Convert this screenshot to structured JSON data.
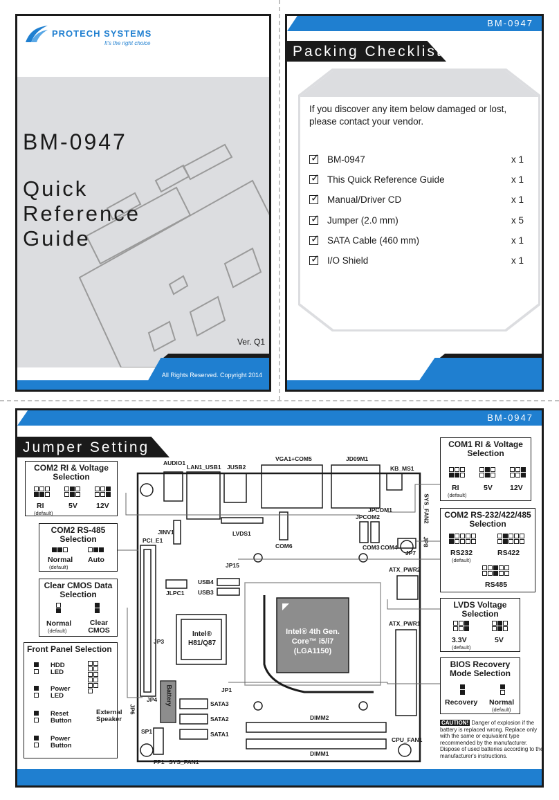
{
  "cover": {
    "brand": "PROTECH SYSTEMS",
    "slogan": "It's the right choice",
    "model": "BM-0947",
    "guide_title": "Quick\nReference\nGuide",
    "version": "Ver. Q1",
    "copyright": "All Rights Reserved. Copyright 2014"
  },
  "checklist": {
    "model_tag": "BM-0947",
    "title": "Packing Checklist",
    "intro": "If you discover any item below damaged or lost, please contact your vendor.",
    "items": [
      {
        "label": "BM-0947",
        "qty": "x 1"
      },
      {
        "label": "This Quick Reference Guide",
        "qty": "x 1"
      },
      {
        "label": "Manual/Driver CD",
        "qty": "x 1"
      },
      {
        "label": "Jumper (2.0 mm)",
        "qty": "x 5"
      },
      {
        "label": "SATA Cable (460 mm)",
        "qty": "x 1"
      },
      {
        "label": "I/O Shield",
        "qty": "x 1"
      }
    ]
  },
  "jumper": {
    "model_tag": "BM-0947",
    "title": "Jumper Setting",
    "com2_ri": {
      "title": "COM2 RI & Voltage Selection",
      "options": [
        "RI",
        "5V",
        "12V"
      ],
      "default": "(default)"
    },
    "com2_485": {
      "title": "COM2 RS-485 Selection",
      "options": [
        "Normal",
        "Auto"
      ],
      "default": "(default)"
    },
    "cmos": {
      "title": "Clear CMOS Data Selection",
      "options": [
        "Normal",
        "Clear CMOS"
      ],
      "default": "(default)"
    },
    "front_panel": {
      "title": "Front Panel Selection",
      "items": [
        "HDD LED",
        "Power LED",
        "Reset Button",
        "Power Button",
        "External Speaker"
      ]
    },
    "com1_ri": {
      "title": "COM1 RI & Voltage Selection",
      "options": [
        "RI",
        "5V",
        "12V"
      ],
      "default": "(default)"
    },
    "com2_rs": {
      "title": "COM2 RS-232/422/485 Selection",
      "options": [
        "RS232",
        "RS422",
        "RS485"
      ],
      "default": "(default)"
    },
    "lvds": {
      "title": "LVDS Voltage Selection",
      "options": [
        "3.3V",
        "5V"
      ],
      "default": "(default)"
    },
    "bios": {
      "title": "BIOS Recovery Mode Selection",
      "options": [
        "Recovery",
        "Normal"
      ],
      "default": "(default)"
    },
    "board_labels": [
      "AUDIO1",
      "LAN1_USB1",
      "JUSB2",
      "VGA1+COM5",
      "JD09M1",
      "KB_MS1",
      "SYS_FAN2",
      "JPCOM1",
      "JPCOM2",
      "COM3",
      "COM4",
      "JP7",
      "JP8",
      "JINV1",
      "LVDS1",
      "COM6",
      "PCI_E1",
      "JP15",
      "USB4",
      "USB3",
      "JLPC1",
      "ATX_PWR2",
      "ATX_PWR1",
      "JP3",
      "JP1",
      "JP4",
      "JP6",
      "Battery",
      "SATA3",
      "SATA2",
      "SATA1",
      "DIMM2",
      "DIMM1",
      "SP1",
      "FP1",
      "SYS_FAN1",
      "CPU_FAN1"
    ],
    "chipset": "Intel® H81/Q87",
    "cpu": "Intel® 4th Gen. Core™ i5/i7 (LGA1150)",
    "caution_head": "CAUTION!",
    "caution_text": "Danger of explosion if the battery is replaced wrong. Replace only with the same or equivalent type recommended by the manufacturer. Dispose of used batteries according to the manufacturer's instructions."
  }
}
